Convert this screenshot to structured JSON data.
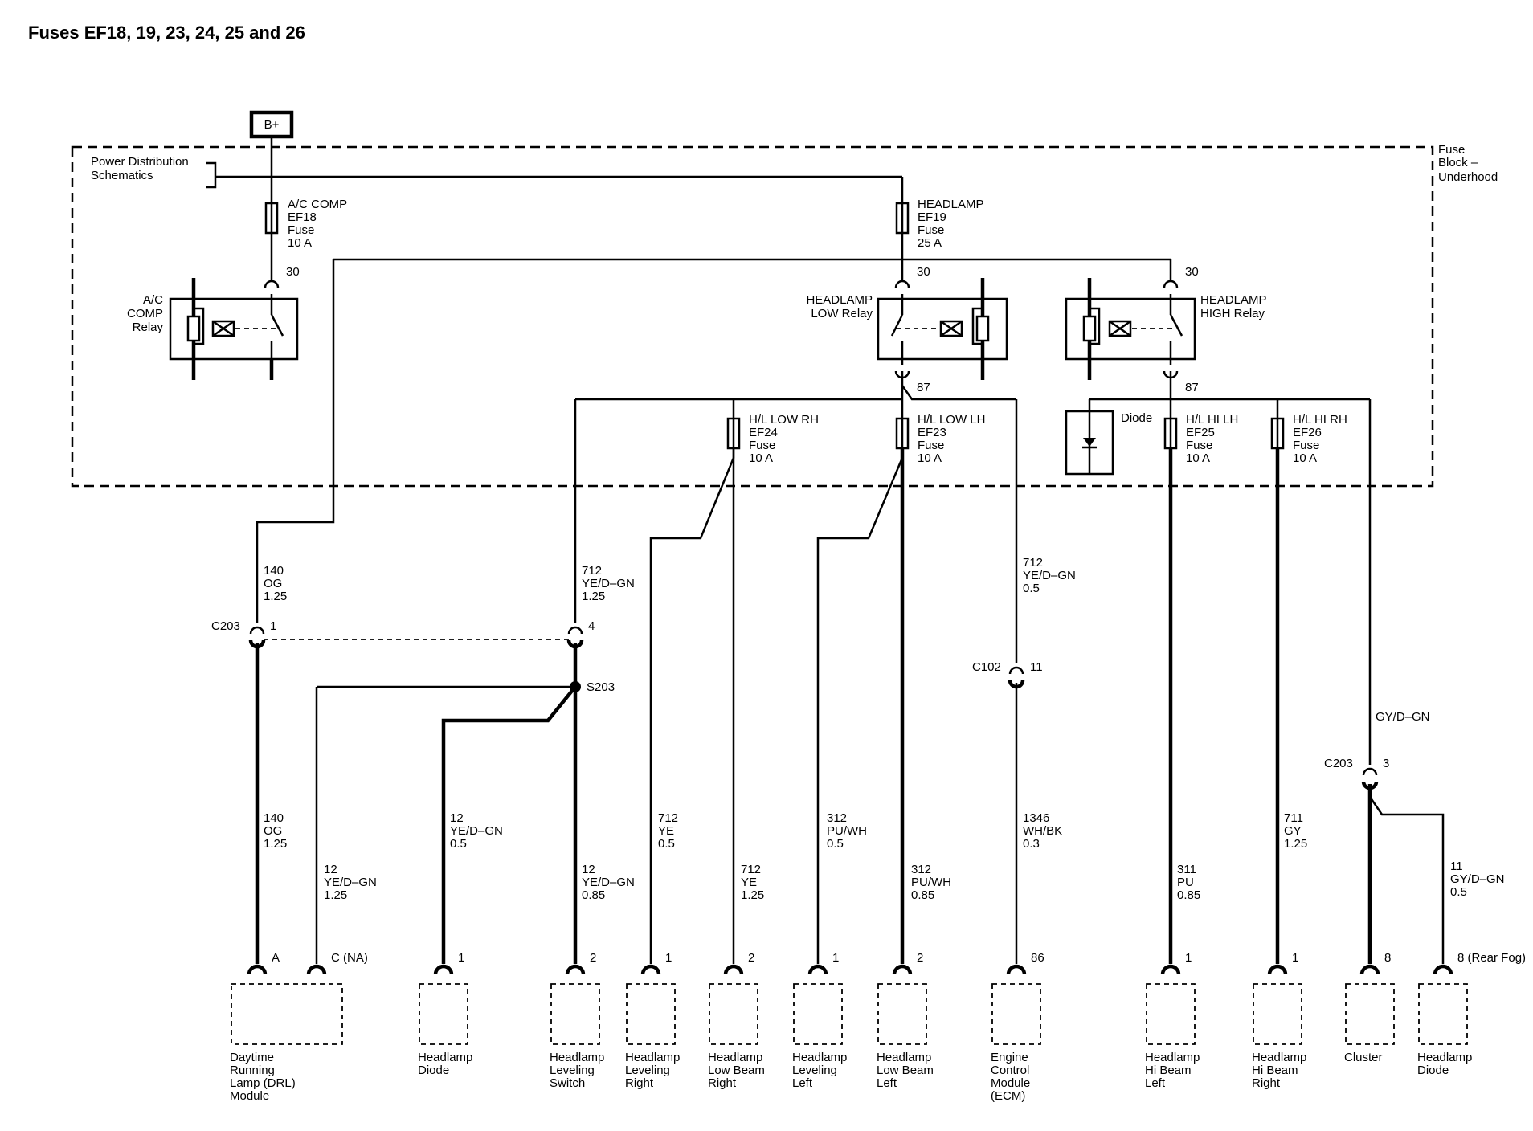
{
  "title": "Fuses EF18, 19, 23, 24, 25 and 26",
  "power_source": "B+",
  "fuse_block": [
    "Fuse",
    "Block –",
    "Underhood"
  ],
  "power_dist": [
    "Power Distribution",
    "Schematics"
  ],
  "fuses": [
    {
      "lines": [
        "A/C COMP",
        "EF18",
        "Fuse",
        "10 A"
      ]
    },
    {
      "lines": [
        "HEADLAMP",
        "EF19",
        "Fuse",
        "25 A"
      ]
    },
    {
      "lines": [
        "H/L LOW RH",
        "EF24",
        "Fuse",
        "10 A"
      ]
    },
    {
      "lines": [
        "H/L LOW LH",
        "EF23",
        "Fuse",
        "10 A"
      ]
    },
    {
      "lines": [
        "H/L HI LH",
        "EF25",
        "Fuse",
        "10 A"
      ]
    },
    {
      "lines": [
        "H/L HI RH",
        "EF26",
        "Fuse",
        "10 A"
      ]
    }
  ],
  "relays": [
    {
      "lines": [
        "A/C",
        "COMP",
        "Relay"
      ]
    },
    {
      "lines": [
        "HEADLAMP",
        "LOW Relay"
      ]
    },
    {
      "lines": [
        "HEADLAMP",
        "HIGH Relay"
      ]
    }
  ],
  "pins": [
    "30",
    "30",
    "30",
    "87",
    "87"
  ],
  "diode_label": "Diode",
  "connectors": [
    {
      "name": "C203",
      "pin": "1"
    },
    {
      "name": "",
      "pin": "4"
    },
    {
      "name": "C102",
      "pin": "11"
    },
    {
      "name": "C203",
      "pin": "3"
    }
  ],
  "splice": "S203",
  "wires": [
    {
      "lines": [
        "140",
        "OG",
        "1.25"
      ]
    },
    {
      "lines": [
        "712",
        "YE/D–GN",
        "1.25"
      ]
    },
    {
      "lines": [
        "712",
        "YE/D–GN",
        "0.5"
      ]
    },
    {
      "lines": [
        "GY/D–GN"
      ]
    },
    {
      "lines": [
        "140",
        "OG",
        "1.25"
      ]
    },
    {
      "lines": [
        "12",
        "YE/D–GN",
        "1.25"
      ]
    },
    {
      "lines": [
        "12",
        "YE/D–GN",
        "0.5"
      ]
    },
    {
      "lines": [
        "12",
        "YE/D–GN",
        "0.85"
      ]
    },
    {
      "lines": [
        "712",
        "YE",
        "0.5"
      ]
    },
    {
      "lines": [
        "712",
        "YE",
        "1.25"
      ]
    },
    {
      "lines": [
        "312",
        "PU/WH",
        "0.5"
      ]
    },
    {
      "lines": [
        "312",
        "PU/WH",
        "0.85"
      ]
    },
    {
      "lines": [
        "1346",
        "WH/BK",
        "0.3"
      ]
    },
    {
      "lines": [
        "311",
        "PU",
        "0.85"
      ]
    },
    {
      "lines": [
        "711",
        "GY",
        "1.25"
      ]
    },
    {
      "lines": [
        "11",
        "GY/D–GN",
        "0.5"
      ]
    }
  ],
  "component_pins": [
    "A",
    "C (NA)",
    "1",
    "2",
    "1",
    "2",
    "1",
    "2",
    "86",
    "1",
    "1",
    "8",
    "8 (Rear Fog)"
  ],
  "components": [
    {
      "lines": [
        "Daytime",
        "Running",
        "Lamp (DRL)",
        "Module"
      ]
    },
    {
      "lines": [
        "Headlamp",
        "Diode"
      ]
    },
    {
      "lines": [
        "Headlamp",
        "Leveling",
        "Switch"
      ]
    },
    {
      "lines": [
        "Headlamp",
        "Leveling",
        "Right"
      ]
    },
    {
      "lines": [
        "Headlamp",
        "Low Beam",
        "Right"
      ]
    },
    {
      "lines": [
        "Headlamp",
        "Leveling",
        "Left"
      ]
    },
    {
      "lines": [
        "Headlamp",
        "Low Beam",
        "Left"
      ]
    },
    {
      "lines": [
        "Engine",
        "Control",
        "Module",
        "(ECM)"
      ]
    },
    {
      "lines": [
        "Headlamp",
        "Hi Beam",
        "Left"
      ]
    },
    {
      "lines": [
        "Headlamp",
        "Hi Beam",
        "Right"
      ]
    },
    {
      "lines": [
        "Cluster"
      ]
    },
    {
      "lines": [
        "Headlamp",
        "Diode"
      ]
    }
  ]
}
